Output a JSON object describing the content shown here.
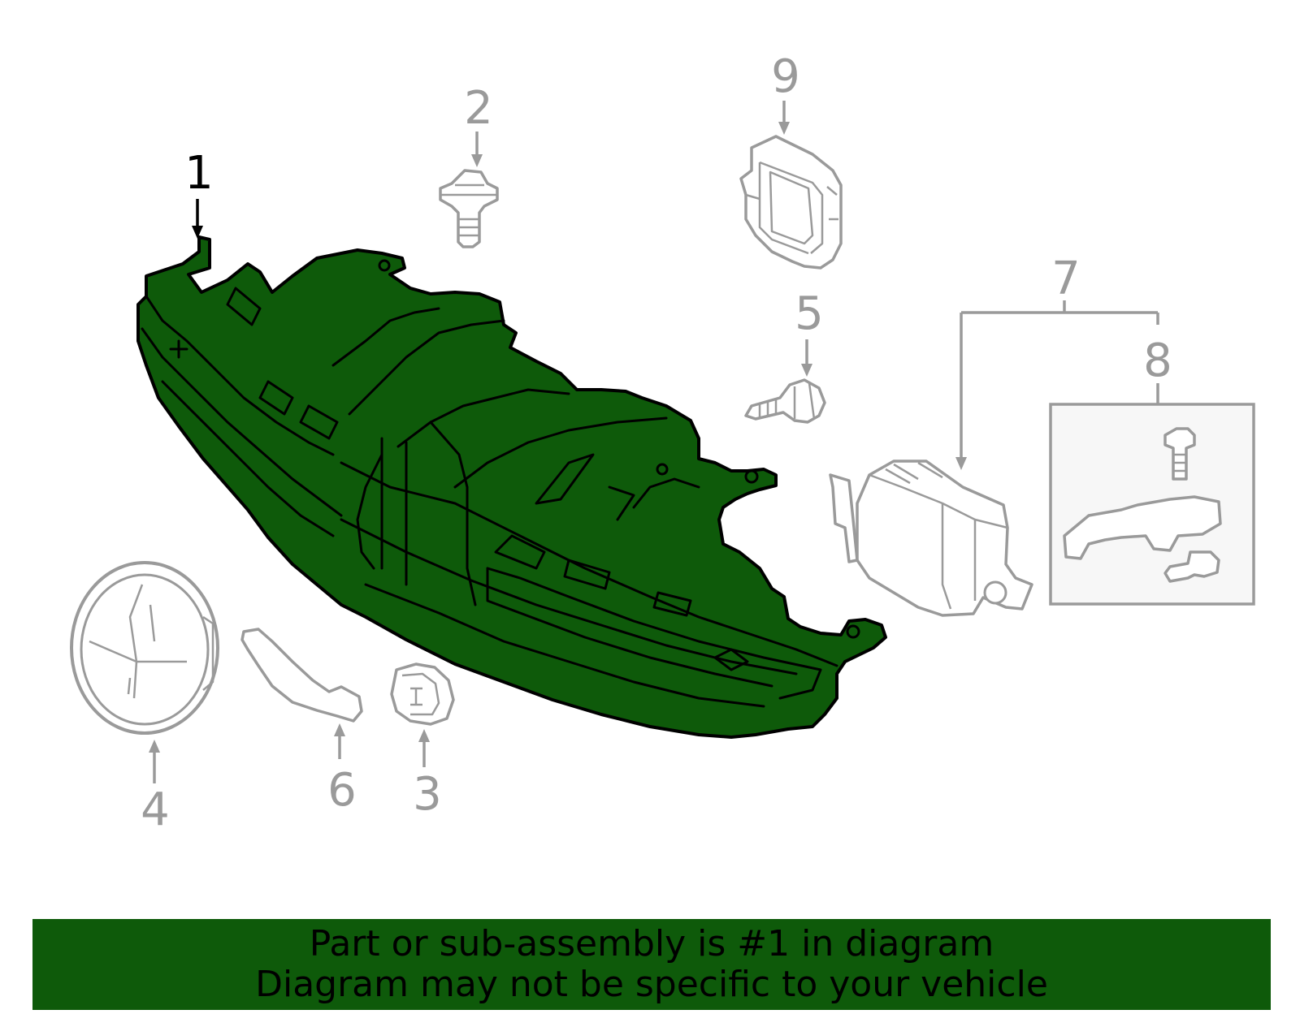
{
  "diagram": {
    "callouts": {
      "c1": "1",
      "c2": "2",
      "c3": "3",
      "c4": "4",
      "c5": "5",
      "c6": "6",
      "c7": "7",
      "c8": "8",
      "c9": "9"
    },
    "highlight_color": "#0e5a0a",
    "part_outline_color": "#9a9a9a"
  },
  "banner": {
    "line1": "Part or sub-assembly is #1 in diagram",
    "line2": "Diagram may not be specific to your vehicle",
    "background": "#0e5a0a"
  }
}
